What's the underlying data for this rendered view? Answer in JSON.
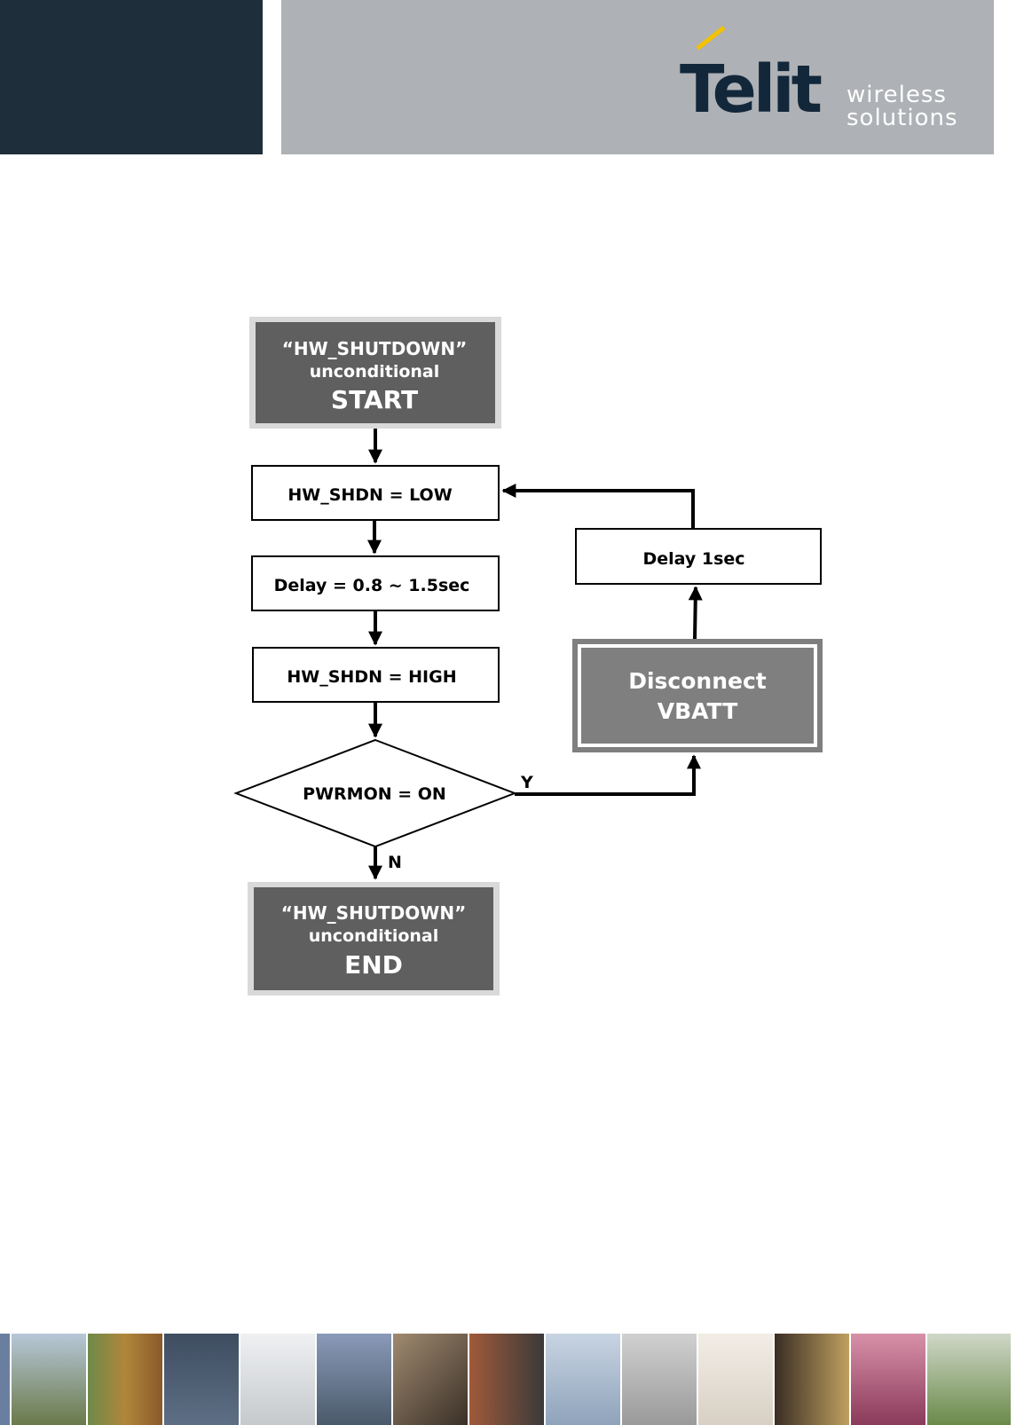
{
  "header": {
    "logo_word": "Telit",
    "tagline_line1": "wireless",
    "tagline_line2": "solutions"
  },
  "flowchart": {
    "start": {
      "line1": "“HW_SHUTDOWN”",
      "line2": "unconditional",
      "line3": "START"
    },
    "step1": "HW_SHDN = LOW",
    "step2": "Delay = 0.8 ~ 1.5sec",
    "step3": "HW_SHDN = HIGH",
    "decision": "PWRMON = ON",
    "yes_label": "Y",
    "no_label": "N",
    "disconnect": {
      "line1": "Disconnect",
      "line2": "VBATT"
    },
    "delay_box": "Delay 1sec",
    "end": {
      "line1": "“HW_SHUTDOWN”",
      "line2": "unconditional",
      "line3": "END"
    }
  },
  "colors": {
    "header_dark": "#1e2e3b",
    "header_grey": "#aeb1b5",
    "terminal_fill": "#5f5f5f",
    "terminal_border": "#d9d9d9",
    "disconnect_fill": "#7f7f7f"
  },
  "footer_strip": {
    "icons": [
      "sos-phone-photo",
      "containers-photo",
      "clock-display-photo",
      "keyboard-photo",
      "cyclist-photo",
      "card-reader-photo",
      "vending-photo",
      "wind-turbines-photo",
      "meter-photo",
      "laser-photo",
      "station-photo",
      "pink-boxes-photo",
      "cctv-photo"
    ],
    "colors": [
      "#7a8a5a",
      "#8c6a3a",
      "#4a5a6e",
      "#d6d9dc",
      "#5b6f8a",
      "#6b5a48",
      "#8a4a3a",
      "#9fb0c4",
      "#bfbfbf",
      "#e8e2da",
      "#5a4a3a",
      "#c0708a",
      "#7e9a6a"
    ]
  }
}
